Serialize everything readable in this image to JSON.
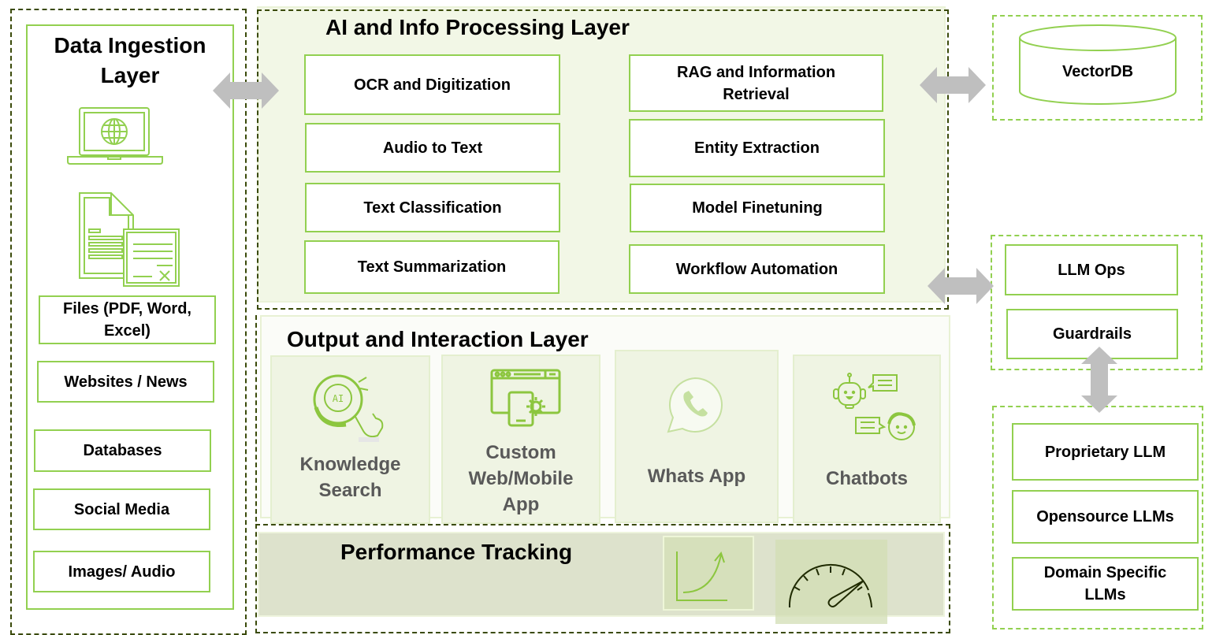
{
  "diagram": {
    "ingestion": {
      "title_line1": "Data Ingestion",
      "title_line2": "Layer",
      "icons": [
        "laptop-globe-icon",
        "documents-icon"
      ],
      "items": [
        {
          "line1": "Files (PDF, Word,",
          "line2": "Excel)"
        },
        {
          "line1": "Websites / News"
        },
        {
          "line1": "Databases"
        },
        {
          "line1": "Social Media"
        },
        {
          "line1": "Images/ Audio"
        }
      ]
    },
    "processing": {
      "title": "AI and Info Processing Layer",
      "left_items": [
        "OCR and Digitization",
        "Audio to Text",
        "Text Classification",
        "Text Summarization"
      ],
      "right_items": [
        {
          "line1": "RAG and Information",
          "line2": "Retrieval"
        },
        {
          "line1": "Entity Extraction"
        },
        {
          "line1": "Model Finetuning"
        },
        {
          "line1": "Workflow Automation"
        }
      ]
    },
    "output": {
      "title": "Output and Interaction Layer",
      "tiles": [
        {
          "icon": "ai-search-icon",
          "line1": "Knowledge",
          "line2": "Search"
        },
        {
          "icon": "web-mobile-app-icon",
          "line1": "Custom",
          "line2": "Web/Mobile",
          "line3": "App"
        },
        {
          "icon": "whatsapp-icon",
          "line1": "Whats App"
        },
        {
          "icon": "chatbot-icon",
          "line1": "Chatbots"
        }
      ]
    },
    "performance": {
      "title": "Performance Tracking",
      "icons": [
        "growth-chart-icon",
        "speedometer-icon"
      ]
    },
    "vectordb": {
      "label": "VectorDB"
    },
    "ops": {
      "items": [
        "LLM Ops",
        "Guardrails"
      ]
    },
    "models": {
      "items": [
        {
          "line1": "Proprietary LLM"
        },
        {
          "line1": "Opensource LLMs"
        },
        {
          "line1": "Domain Specific",
          "line2": "LLMs"
        }
      ]
    },
    "colors": {
      "accent_green": "#92d050",
      "dashed_border": "#3a4a0a",
      "arrow_gray": "#bfbfbf",
      "processing_bg": "#f2f7e6",
      "performance_bg": "#dde2cc"
    }
  }
}
